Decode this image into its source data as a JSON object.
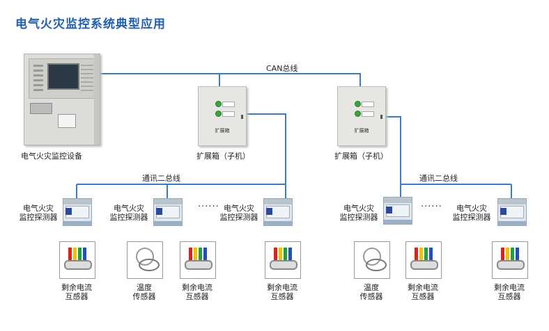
{
  "title": "电气火灾监控系统典型应用",
  "bus": {
    "can": "CAN总线",
    "comm": "通讯二总线",
    "ellipsis": "······"
  },
  "devices": {
    "main": "电气火灾监控设备",
    "expansion": "扩展箱（子机）",
    "expansion_plate": "扩展箱",
    "detector_line1": "电气火灾",
    "detector_line2": "监控探测器",
    "residual_line1": "剩余电流",
    "residual_line2": "互感器",
    "temp_line1": "温度",
    "temp_line2": "传感器"
  },
  "colors": {
    "wire": "#3a7cc3",
    "title": "#1f5fae",
    "band_red": "#e02020",
    "band_yellow": "#f2c200",
    "band_green": "#20a040",
    "band_blue": "#2050c0"
  }
}
